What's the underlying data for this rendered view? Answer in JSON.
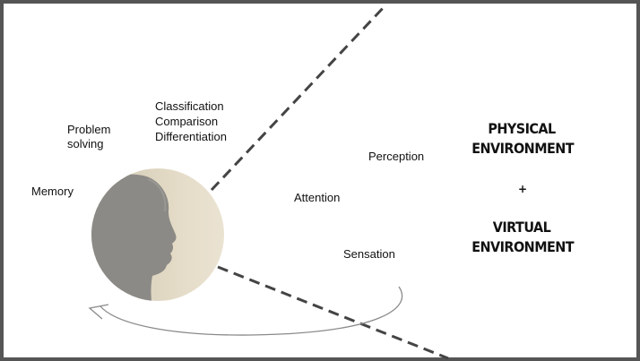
{
  "labels": {
    "problem_solving_1": "Problem",
    "problem_solving_2": "solving",
    "classification": "Classification",
    "comparison": "Comparison",
    "differentiation": "Differentiation",
    "memory": "Memory",
    "perception": "Perception",
    "attention": "Attention",
    "sensation": "Sensation"
  },
  "environments": {
    "physical_1": "PHYSICAL",
    "physical_2": "ENVIRONMENT",
    "plus": "+",
    "virtual_1": "VIRTUAL",
    "virtual_2": "ENVIRONMENT"
  },
  "colors": {
    "frame": "#555555",
    "dashed_line": "#444444",
    "arrow": "#8a8a8a",
    "circle_bg": "#ddd3bd",
    "silhouette": "#8c8a86"
  },
  "icons": {
    "head": "head-silhouette-icon",
    "arrow": "curved-arrow-icon"
  }
}
